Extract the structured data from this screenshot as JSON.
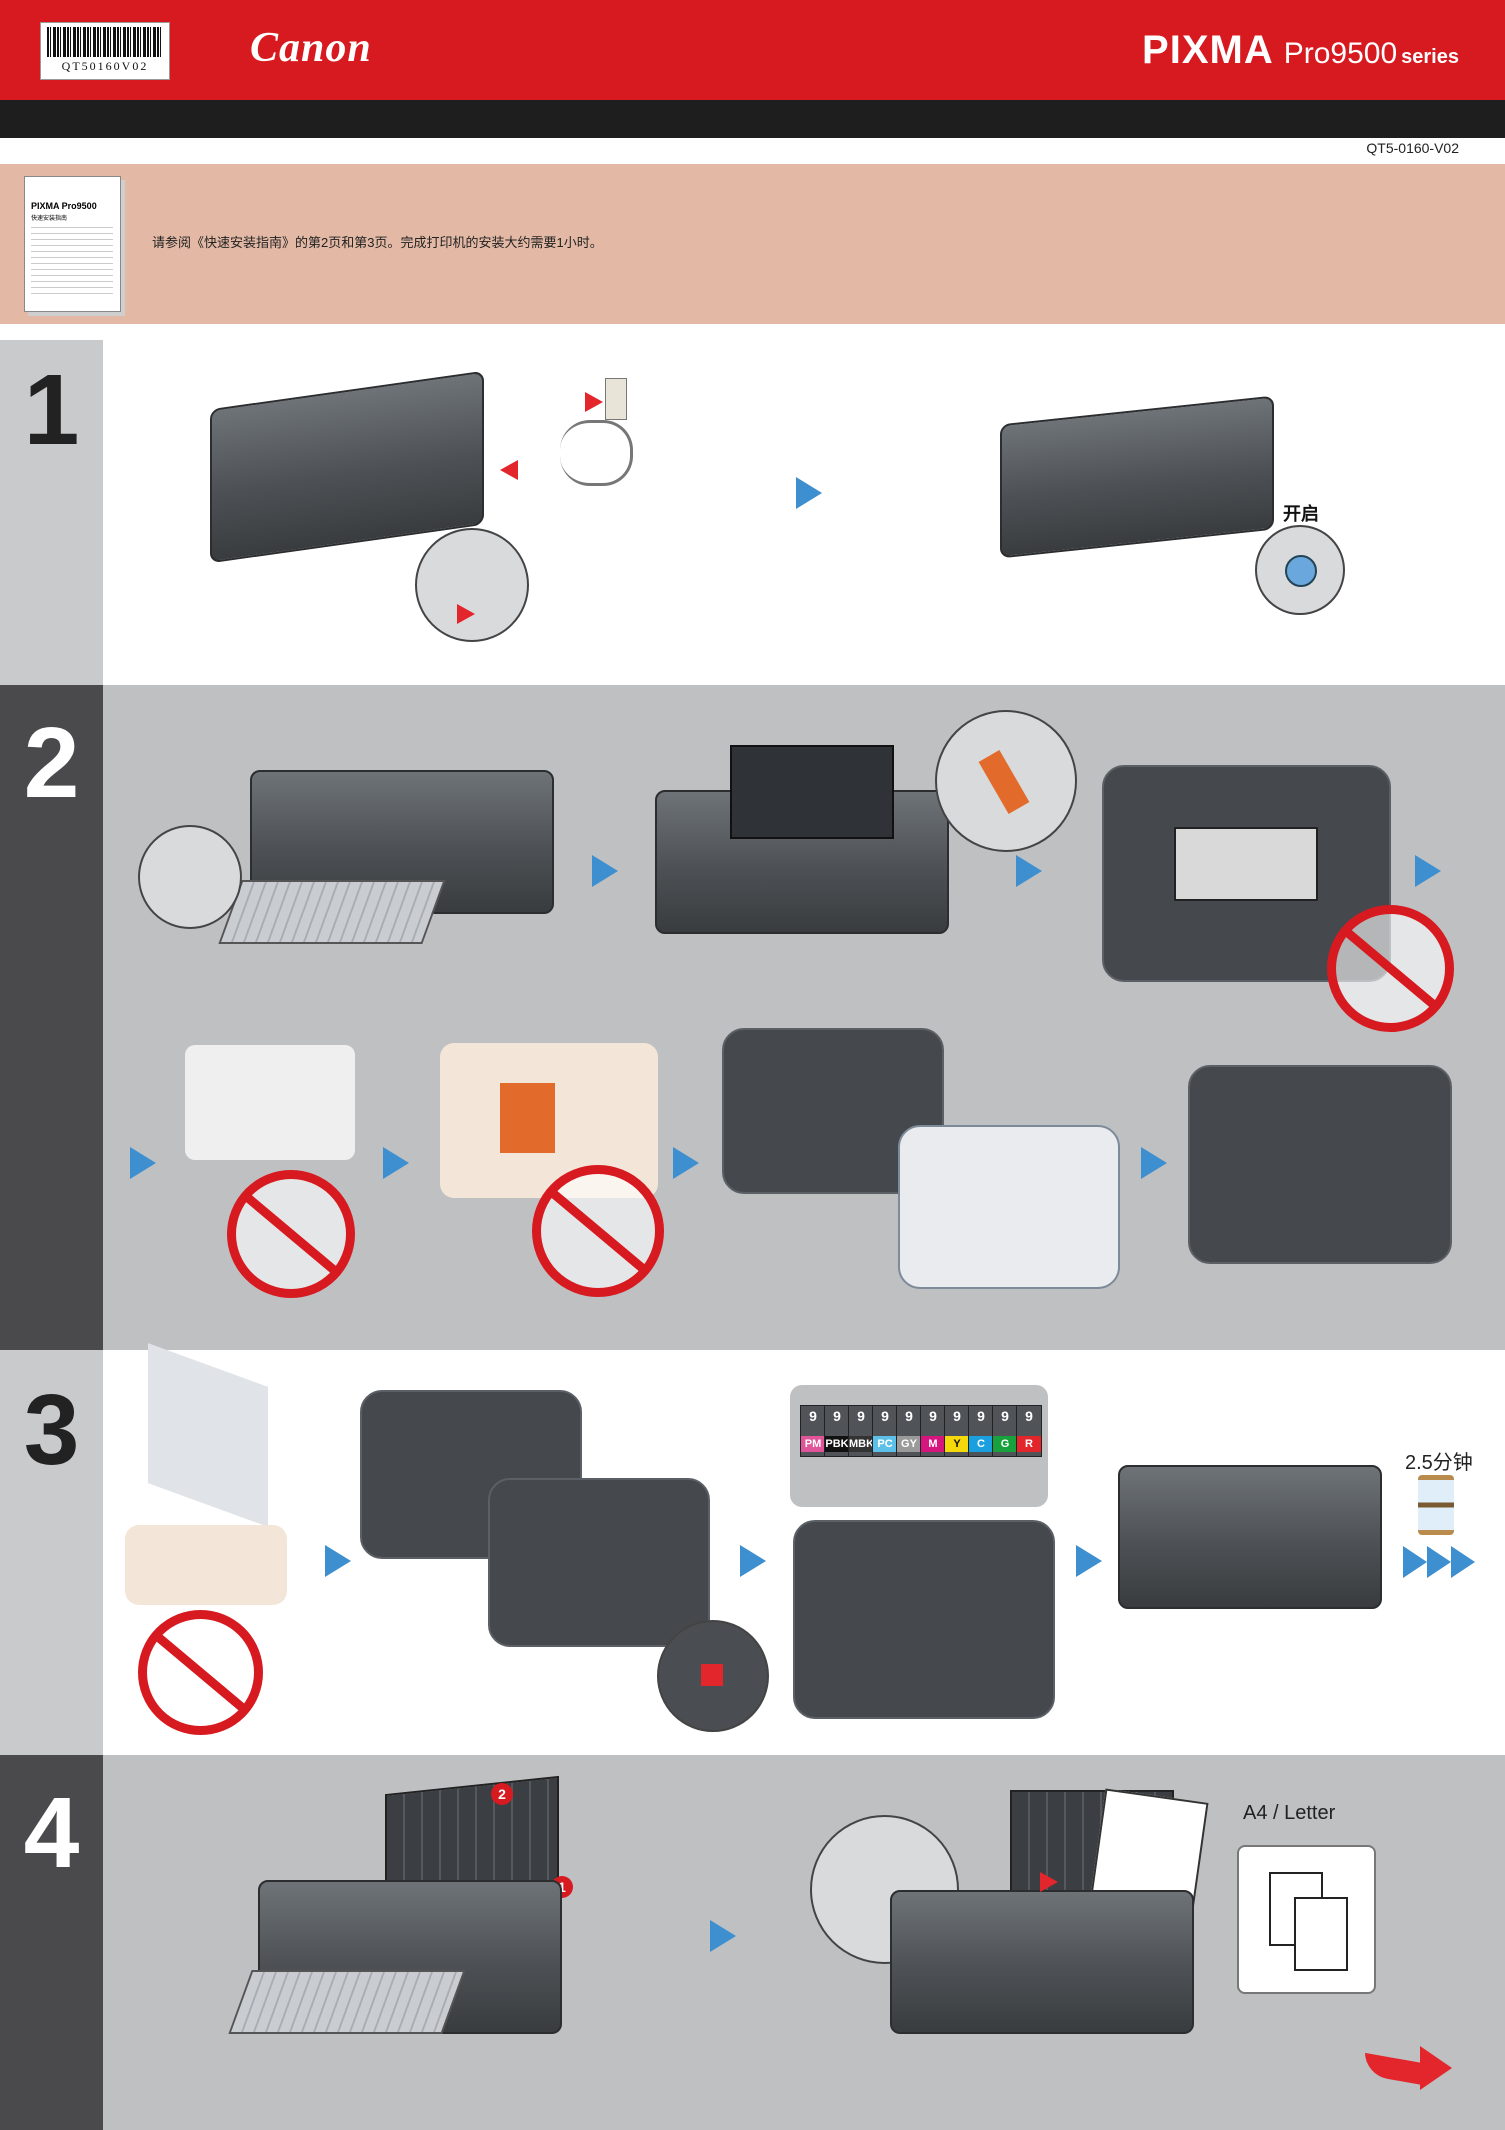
{
  "header": {
    "barcode_text": "QT50160V02",
    "brand": "Canon",
    "model_name": "PIXMA",
    "model_number": "Pro9500",
    "model_suffix": "series",
    "doc_code": "QT5-0160-V02"
  },
  "intro": {
    "booklet_title": "PIXMA Pro9500",
    "booklet_subtitle": "快速安装指南",
    "text": "请参阅《快速安装指南》的第2页和第3页。完成打印机的安装大约需要1小时。"
  },
  "sections": [
    {
      "number": "1",
      "label_power": "开启"
    },
    {
      "number": "2"
    },
    {
      "number": "3",
      "time_label": "2.5分钟",
      "cartridge_number": "9",
      "inks": [
        {
          "code": "PM",
          "color": "#e0559a"
        },
        {
          "code": "PBK",
          "color": "#111111"
        },
        {
          "code": "MBK",
          "color": "#333333"
        },
        {
          "code": "PC",
          "color": "#5cc0e8"
        },
        {
          "code": "GY",
          "color": "#9a9a9a"
        },
        {
          "code": "M",
          "color": "#d6157e"
        },
        {
          "code": "Y",
          "color": "#f5d90a"
        },
        {
          "code": "C",
          "color": "#1aa0df"
        },
        {
          "code": "G",
          "color": "#18a23d"
        },
        {
          "code": "R",
          "color": "#e3262b"
        }
      ]
    },
    {
      "number": "4",
      "paper_label": "A4 / Letter",
      "step1": "1",
      "step2": "2"
    }
  ],
  "colors": {
    "canon_red": "#d71920",
    "arrow_blue": "#3d8fd0",
    "intro_band": "#e3b9a5"
  }
}
